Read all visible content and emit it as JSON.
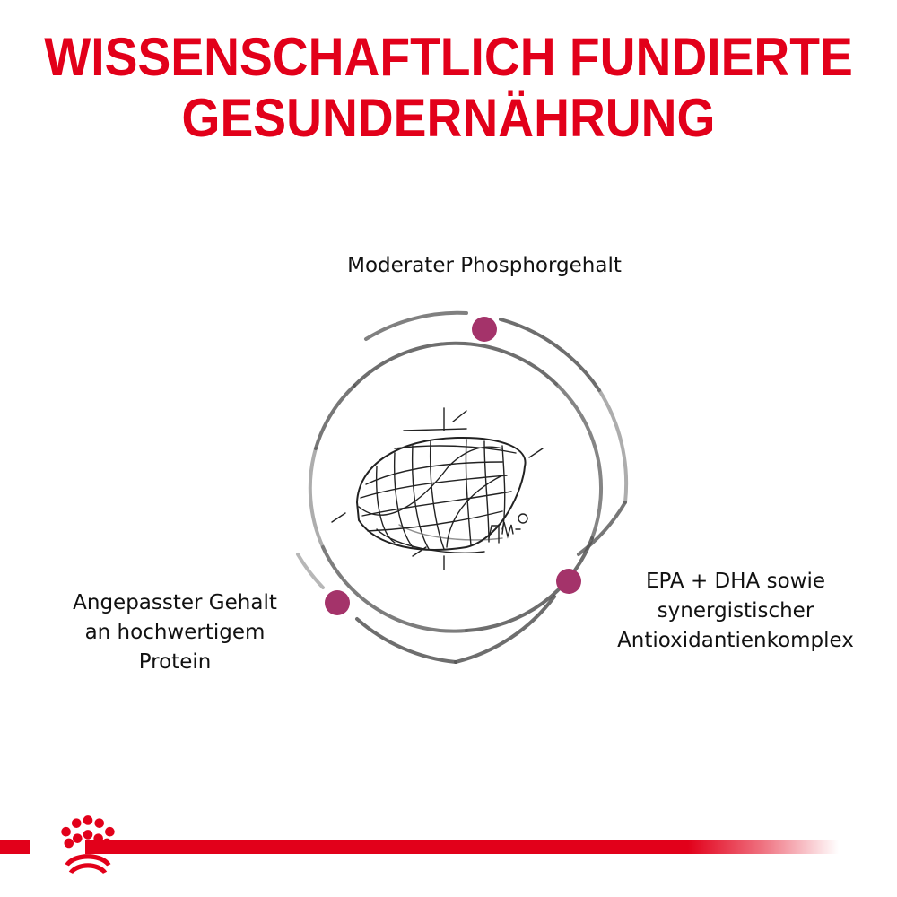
{
  "headline": {
    "line1": "WISSENSCHAFTLICH FUNDIERTE",
    "line2": "GESUNDERNÄHRUNG",
    "color": "#e2001a"
  },
  "features": {
    "top": {
      "lines": [
        "Moderater Phosphorgehalt"
      ]
    },
    "left": {
      "lines": [
        "Angepasster Gehalt",
        "an hochwertigem",
        "Protein"
      ]
    },
    "right": {
      "lines": [
        "EPA + DHA sowie",
        "synergistischer",
        "Antioxidantienkomplex"
      ]
    }
  },
  "diagram": {
    "center_icon": "kibble-sketch-icon",
    "dot_color": "#a4336a",
    "ring_color": "#555555"
  },
  "footer": {
    "logo_icon": "royal-canin-crown-icon",
    "bar_color": "#e2001a"
  }
}
